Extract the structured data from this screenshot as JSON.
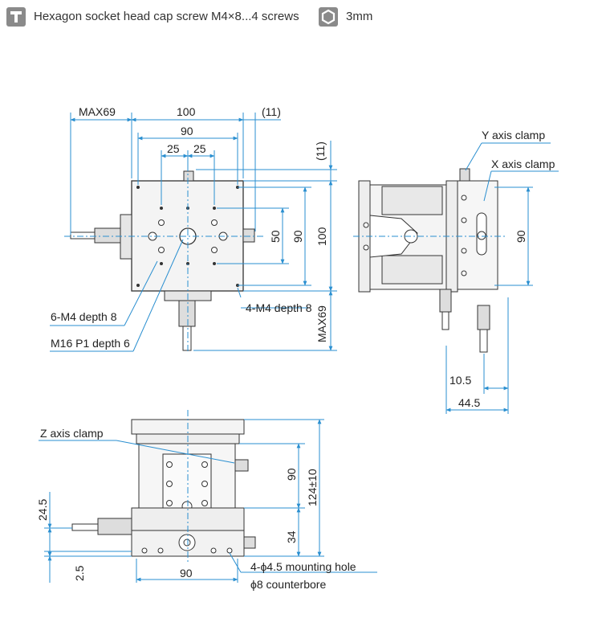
{
  "header": {
    "screw_text": "Hexagon socket head cap screw M4×8...4 screws",
    "wrench_size": "3mm",
    "screw_icon": "screw-icon",
    "hex_icon": "hex-wrench-icon"
  },
  "top_view": {
    "dim_max69_left": "MAX69",
    "dim_100": "100",
    "dim_11_top": "(11)",
    "dim_90": "90",
    "dim_25_a": "25",
    "dim_25_b": "25",
    "dim_11_side": "(11)",
    "dim_50": "50",
    "dim_90_v": "90",
    "dim_100_v": "100",
    "dim_max69_v": "MAX69",
    "note_m4_6": "6-M4 depth 8",
    "note_m16": "M16 P1 depth 6",
    "note_m4_4": "4-M4 depth 8"
  },
  "side_view": {
    "y_clamp": "Y axis clamp",
    "x_clamp": "X axis clamp",
    "dim_90": "90",
    "dim_10_5": "10.5",
    "dim_44_5": "44.5"
  },
  "front_view": {
    "z_clamp": "Z axis clamp",
    "dim_90": "90",
    "dim_124": "124±10",
    "dim_34": "34",
    "dim_24_5": "24.5",
    "dim_2_5": "2.5",
    "dim_90_h": "90",
    "note_mount": "4-ϕ4.5 mounting hole",
    "note_cbore": "ϕ8 counterbore"
  },
  "colors": {
    "dimension_line": "#2a8fd0",
    "part_outline": "#333333",
    "icon_bg": "#8a8a8a"
  }
}
